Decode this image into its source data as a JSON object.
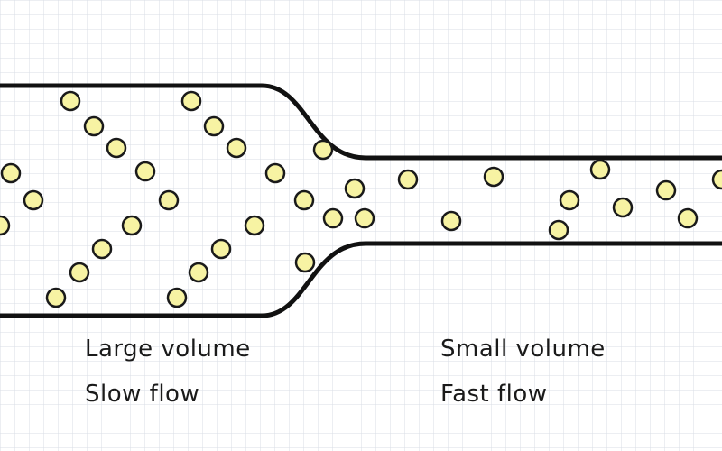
{
  "colors": {
    "background": "#ffffff",
    "grid": "#d9dee6",
    "pipe": "#111111",
    "particle_fill": "#f7f3a3",
    "particle_stroke": "#1a1a1a"
  },
  "labels": {
    "wide_section_volume": "Large volume",
    "wide_section_speed": "Slow flow",
    "narrow_section_volume": "Small volume",
    "narrow_section_speed": "Fast flow"
  }
}
